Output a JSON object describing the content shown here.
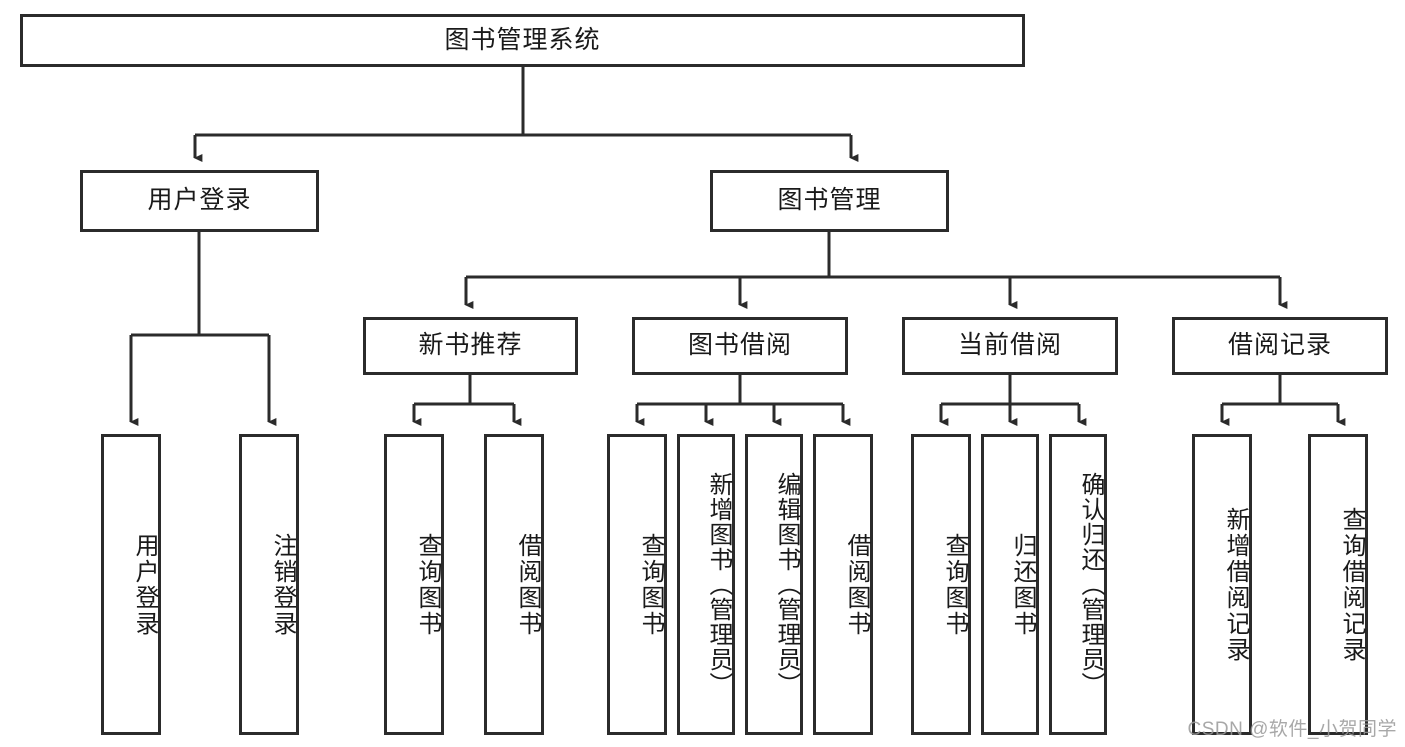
{
  "diagram": {
    "type": "tree-hierarchy-chart",
    "title_text": "图书管理系统",
    "colors": {
      "box_border": "#2b2b2b",
      "box_fill": "#ffffff",
      "edge": "#2b2b2b",
      "text": "#1a1a1a",
      "watermark": "#9a9a9a",
      "background": "#ffffff"
    },
    "root": {
      "label": "图书管理系统"
    },
    "level2": [
      {
        "label": "用户登录"
      },
      {
        "label": "图书管理"
      }
    ],
    "level3": [
      {
        "label": "新书推荐"
      },
      {
        "label": "图书借阅"
      },
      {
        "label": "当前借阅"
      },
      {
        "label": "借阅记录"
      }
    ],
    "leaves": {
      "user_login": [
        {
          "label": "用户登录"
        },
        {
          "label": "注销登录"
        }
      ],
      "new_book_recommend": [
        {
          "label": "查询图书"
        },
        {
          "label": "借阅图书"
        }
      ],
      "book_borrow": [
        {
          "label": "查询图书"
        },
        {
          "label": "新增图书（管理员）"
        },
        {
          "label": "编辑图书（管理员）"
        },
        {
          "label": "借阅图书"
        }
      ],
      "current_borrow": [
        {
          "label": "查询图书"
        },
        {
          "label": "归还图书"
        },
        {
          "label": "确认归还（管理员）"
        }
      ],
      "borrow_records": [
        {
          "label": "新增借阅记录"
        },
        {
          "label": "查询借阅记录"
        }
      ]
    }
  },
  "watermark": {
    "text": "CSDN @软件_小贺同学"
  }
}
